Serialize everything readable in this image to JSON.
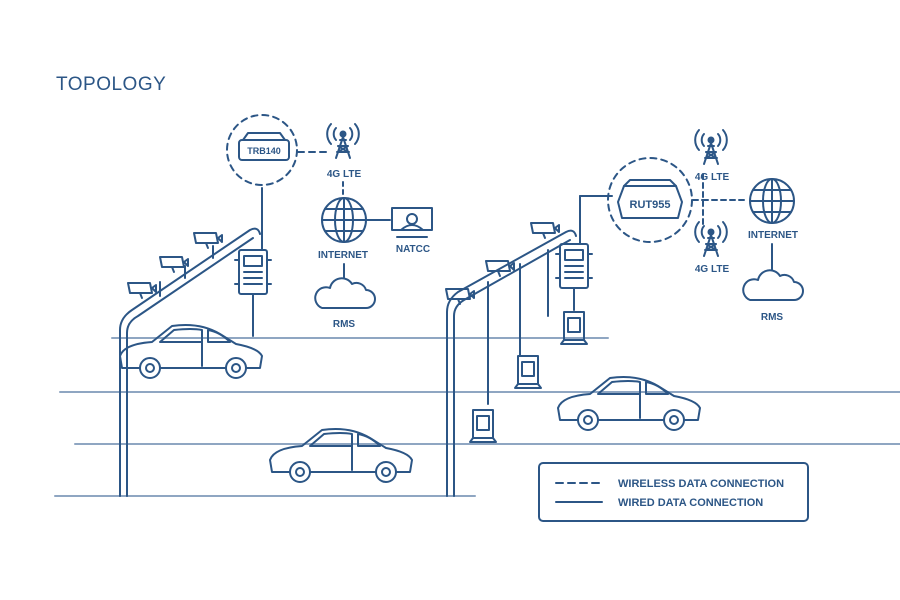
{
  "title": "TOPOLOGY",
  "colors": {
    "line": "#2c5686",
    "road": "#8fa6c2",
    "background": "#ffffff"
  },
  "devices": {
    "trb": "TRB140",
    "rut": "RUT955"
  },
  "labels": {
    "lte_left": "4G LTE",
    "internet_left": "INTERNET",
    "natcc": "NATCC",
    "rms_left": "RMS",
    "lte_right_top": "4G LTE",
    "lte_right_bottom": "4G LTE",
    "internet_right": "INTERNET",
    "rms_right": "RMS"
  },
  "legend": {
    "wireless": "WIRELESS DATA CONNECTION",
    "wired": "WIRED DATA CONNECTION"
  },
  "icons": [
    "cell-tower-icon",
    "globe-icon",
    "cloud-icon",
    "operator-icon",
    "camera-icon",
    "car-icon",
    "router-icon",
    "meter-icon",
    "sensor-icon"
  ]
}
